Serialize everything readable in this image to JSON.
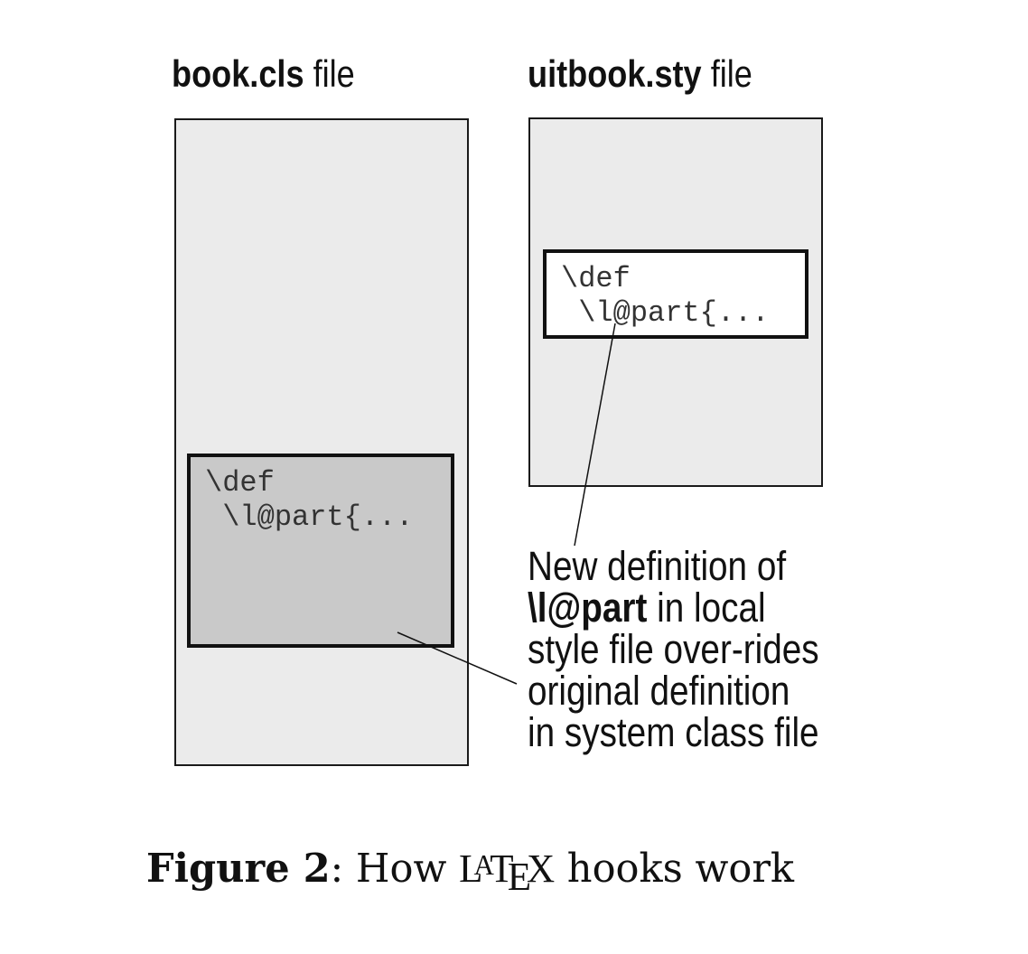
{
  "left_file": {
    "name": "book.cls",
    "suffix": " file",
    "code": [
      "\\def",
      " \\l@part{..."
    ]
  },
  "right_file": {
    "name": "uitbook.sty",
    "suffix": " file",
    "code": [
      "\\def",
      " \\l@part{..."
    ]
  },
  "annotation": {
    "line1": "New definition of",
    "macro": "\\l@part",
    "line2_rest": " in local",
    "line3": "style file over-rides",
    "line4": "original definition",
    "line5": "in system class file"
  },
  "caption": {
    "label": "Figure 2",
    "separator": ": ",
    "text_before": "How ",
    "latex": {
      "L": "L",
      "A": "A",
      "T": "T",
      "E": "E",
      "X": "X"
    },
    "text_after": " hooks work"
  },
  "colors": {
    "panel_fill": "#ebebeb",
    "highlight_fill": "#c9c9c9",
    "border": "#111111"
  }
}
